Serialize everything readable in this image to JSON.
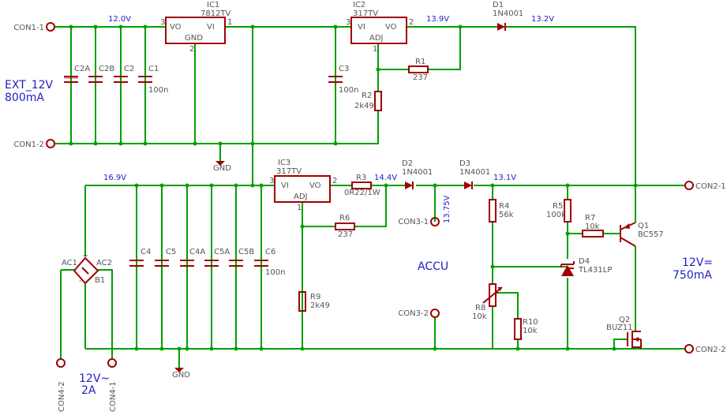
{
  "connectors": {
    "con1_1": "CON1-1",
    "con1_2": "CON1-2",
    "con2_1": "CON2-1",
    "con2_2": "CON2-2",
    "con3_1": "CON3-1",
    "con3_2": "CON3-2",
    "con4_1": "CON4-1",
    "con4_2": "CON4-2"
  },
  "ics": {
    "ic1_name": "IC1",
    "ic1_value": "7812TV",
    "ic1_pin_vo": "VO",
    "ic1_pin_vi": "VI",
    "ic1_pin_gnd": "GND",
    "ic2_name": "IC2",
    "ic2_value": "317TV",
    "ic2_pin_vi": "VI",
    "ic2_pin_vo": "VO",
    "ic2_pin_adj": "ADJ",
    "ic3_name": "IC3",
    "ic3_value": "317TV",
    "ic3_pin_vi": "VI",
    "ic3_pin_vo": "VO",
    "ic3_pin_adj": "ADJ"
  },
  "pins": {
    "p1": "1",
    "p2": "2",
    "p3": "3"
  },
  "caps": {
    "c2a": "C2A",
    "c2b": "C2B",
    "c2": "C2",
    "c1": "C1",
    "c1_val": "100n",
    "c3": "C3",
    "c3_val": "100n",
    "c4": "C4",
    "c5": "C5",
    "c4a": "C4A",
    "c5a": "C5A",
    "c5b": "C5B",
    "c6": "C6",
    "c6_val": "100n"
  },
  "resistors": {
    "r1": "R1",
    "r1_val": "237",
    "r2": "R2",
    "r2_val": "2k49",
    "r3": "R3",
    "r3_val": "0R22/1W",
    "r6": "R6",
    "r6_val": "237",
    "r9": "R9",
    "r9_val": "2k49",
    "r4": "R4",
    "r4_val": "56k",
    "r5": "R5",
    "r5_val": "100k",
    "r7": "R7",
    "r7_val": "10k",
    "r8": "R8",
    "r8_val": "10k",
    "r10": "R10",
    "r10_val": "10k"
  },
  "diodes": {
    "d1": "D1",
    "d1_val": "1N4001",
    "d2": "D2",
    "d2_val": "1N4001",
    "d3": "D3",
    "d3_val": "1N4001",
    "d4": "D4",
    "d4_val": "TL431LP"
  },
  "transistors": {
    "q1": "Q1",
    "q1_val": "BC557",
    "q2": "Q2",
    "q2_val": "BUZ11"
  },
  "bridge": {
    "b1": "B1",
    "ac1": "AC1",
    "ac2": "AC2",
    "plus": "+",
    "minus": "-"
  },
  "gnd": {
    "gnd1": "GND",
    "gnd2": "GND"
  },
  "voltages": {
    "v12_0": "12.0V",
    "v13_9": "13.9V",
    "v13_2": "13.2V",
    "v16_9": "16.9V",
    "v14_4": "14.4V",
    "v13_1": "13.1V",
    "v13_75": "13.75V"
  },
  "notes": {
    "ext_line1": "EXT_12V",
    "ext_line2": "800mA",
    "accu": "ACCU",
    "out_line1": "12V=",
    "out_line2": "750mA",
    "in_line1": "12V~",
    "in_line2": "2A"
  },
  "colors": {
    "wire": "#00a000",
    "part": "#a00000",
    "value_text": "#555555",
    "voltage_text": "#1e1ec8"
  }
}
